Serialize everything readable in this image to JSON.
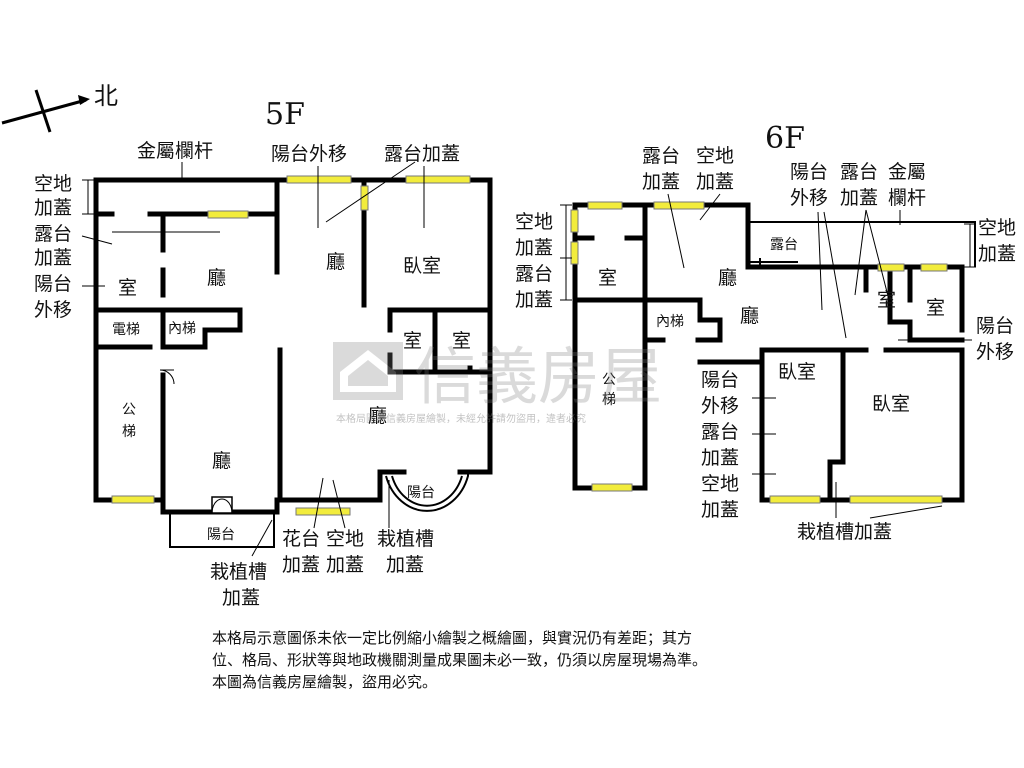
{
  "compass": {
    "direction": "北"
  },
  "floor_5f": {
    "title": "5F",
    "rooms": {
      "room_top_left": "室",
      "hall_top": "廳",
      "hall_top_right": "廳",
      "bedroom": "臥室",
      "elevator": "電梯",
      "inner_stair": "內梯",
      "room_small_1": "室",
      "room_small_2": "室",
      "public_stair": "公梯",
      "hall_center": "廳",
      "hall_bottom": "廳",
      "balcony_bottom": "陽台",
      "balcony_round": "陽台"
    },
    "annotations": {
      "metal_railing": "金屬欄杆",
      "balcony_move": "陽台外移",
      "terrace_roof": "露台加蓋",
      "empty_roof_1": "空地",
      "empty_roof_2": "加蓋",
      "terrace_1": "露台",
      "terrace_2": "加蓋",
      "balcony_out_1": "陽台",
      "balcony_out_2": "外移",
      "flower_1": "花台",
      "flower_2": "加蓋",
      "empty_b_1": "空地",
      "empty_b_2": "加蓋",
      "planter_r_1": "栽植槽",
      "planter_r_2": "加蓋",
      "planter_l_1": "栽植槽",
      "planter_l_2": "加蓋"
    }
  },
  "floor_6f": {
    "title": "6F",
    "rooms": {
      "room_left": "室",
      "hall_top": "廳",
      "terrace": "露台",
      "room_small_1": "室",
      "room_small_2": "室",
      "inner_stair": "內梯",
      "hall_mid": "廳",
      "public_stair": "公梯",
      "bedroom_1": "臥室",
      "bedroom_2": "臥室"
    },
    "annotations": {
      "terrace_roof_1": "露台",
      "terrace_roof_2": "加蓋",
      "empty_roof_1": "空地",
      "empty_roof_2": "加蓋",
      "balcony_move_1": "陽台",
      "balcony_move_2": "外移",
      "terrace2_1": "露台",
      "terrace2_2": "加蓋",
      "metal_1": "金屬",
      "metal_2": "欄杆",
      "left_empty_1": "空地",
      "left_empty_2": "加蓋",
      "left_terrace_1": "露台",
      "left_terrace_2": "加蓋",
      "right_empty_1": "空地",
      "right_empty_2": "加蓋",
      "right_balcony_1": "陽台",
      "right_balcony_2": "外移",
      "mid_1": "陽台",
      "mid_2": "外移",
      "mid_3": "露台",
      "mid_4": "加蓋",
      "mid_5": "空地",
      "mid_6": "加蓋",
      "planter_roof": "栽植槽加蓋"
    }
  },
  "watermark": {
    "brand": "信義房屋",
    "notice": "本格局圖為信義房屋繪製，未經允許請勿盜用，違者必究"
  },
  "notes": [
    "本格局示意圖係未依一定比例縮小繪製之概繪圖，與實況仍有差距；其方",
    "位、格局、形狀等與地政機關測量成果圖未必一致，仍須以房屋現場為準。",
    "本圖為信義房屋繪製，盜用必究。"
  ]
}
